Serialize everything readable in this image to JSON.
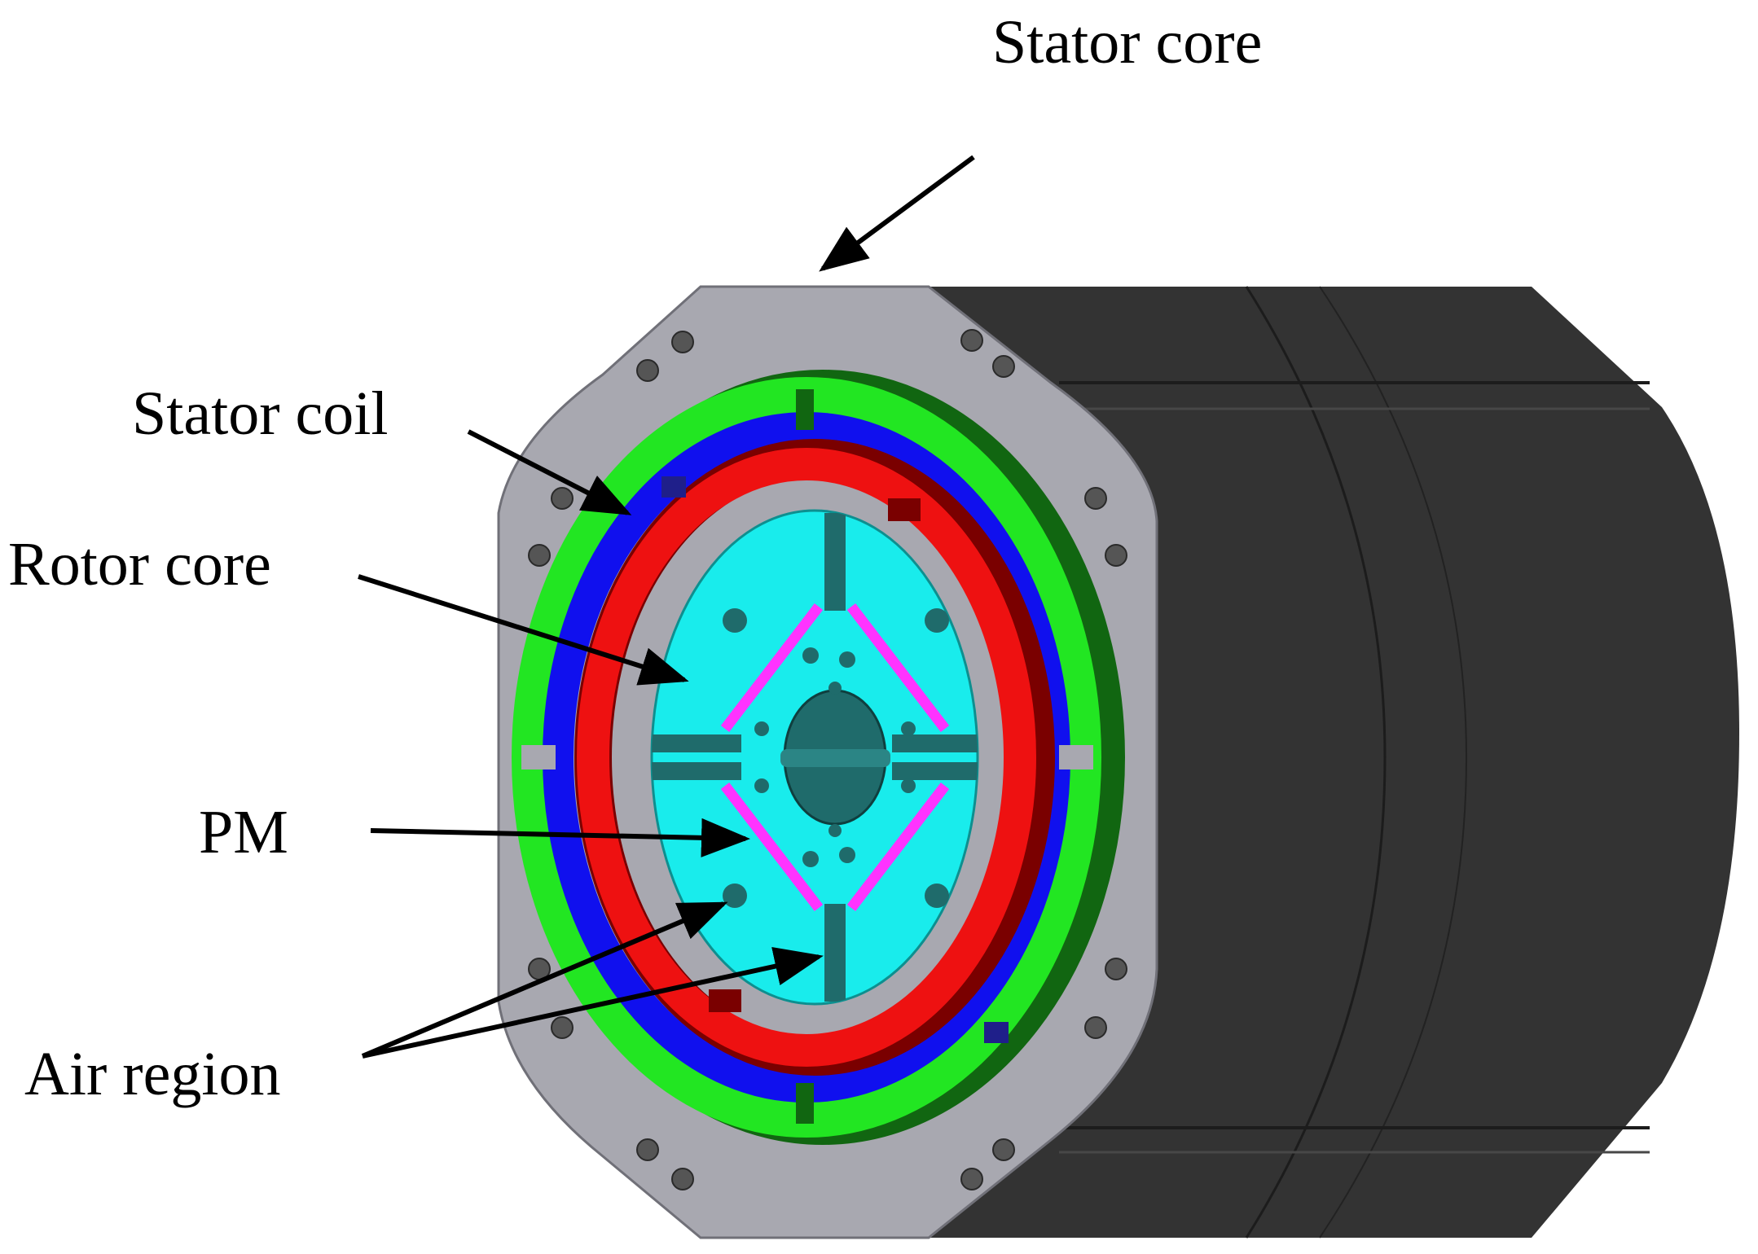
{
  "labels": {
    "stator_core": "Stator core",
    "stator_coil": "Stator coil",
    "rotor_core": "Rotor core",
    "pm": "PM",
    "air_region": "Air region"
  },
  "colors": {
    "stator_housing": "#333333",
    "stator_face": "#a8a8b0",
    "coil_green": "#22e622",
    "coil_green_dark": "#116611",
    "coil_blue": "#1010ee",
    "coil_red": "#ee1111",
    "coil_red_dark": "#7a0000",
    "rotor_core": "#19ecec",
    "rotor_dark": "#1f6b6b",
    "magnet": "#ff33ff",
    "arrow": "#000000"
  }
}
